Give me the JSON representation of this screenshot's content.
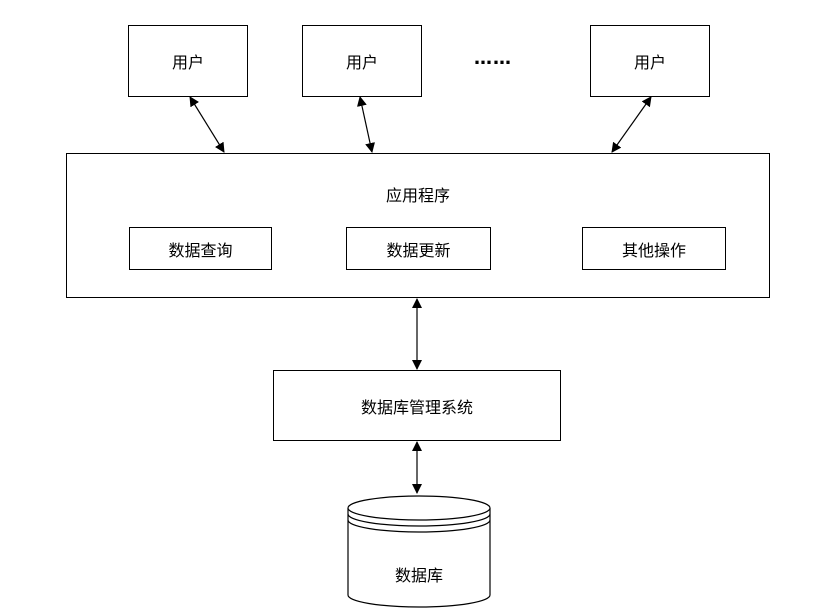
{
  "users": [
    {
      "label": "用户"
    },
    {
      "label": "用户"
    },
    {
      "label": "用户"
    }
  ],
  "ellipsis": "……",
  "app": {
    "title": "应用程序",
    "modules": [
      {
        "label": "数据查询"
      },
      {
        "label": "数据更新"
      },
      {
        "label": "其他操作"
      }
    ]
  },
  "dbms": {
    "label": "数据库管理系统"
  },
  "database": {
    "label": "数据库"
  }
}
